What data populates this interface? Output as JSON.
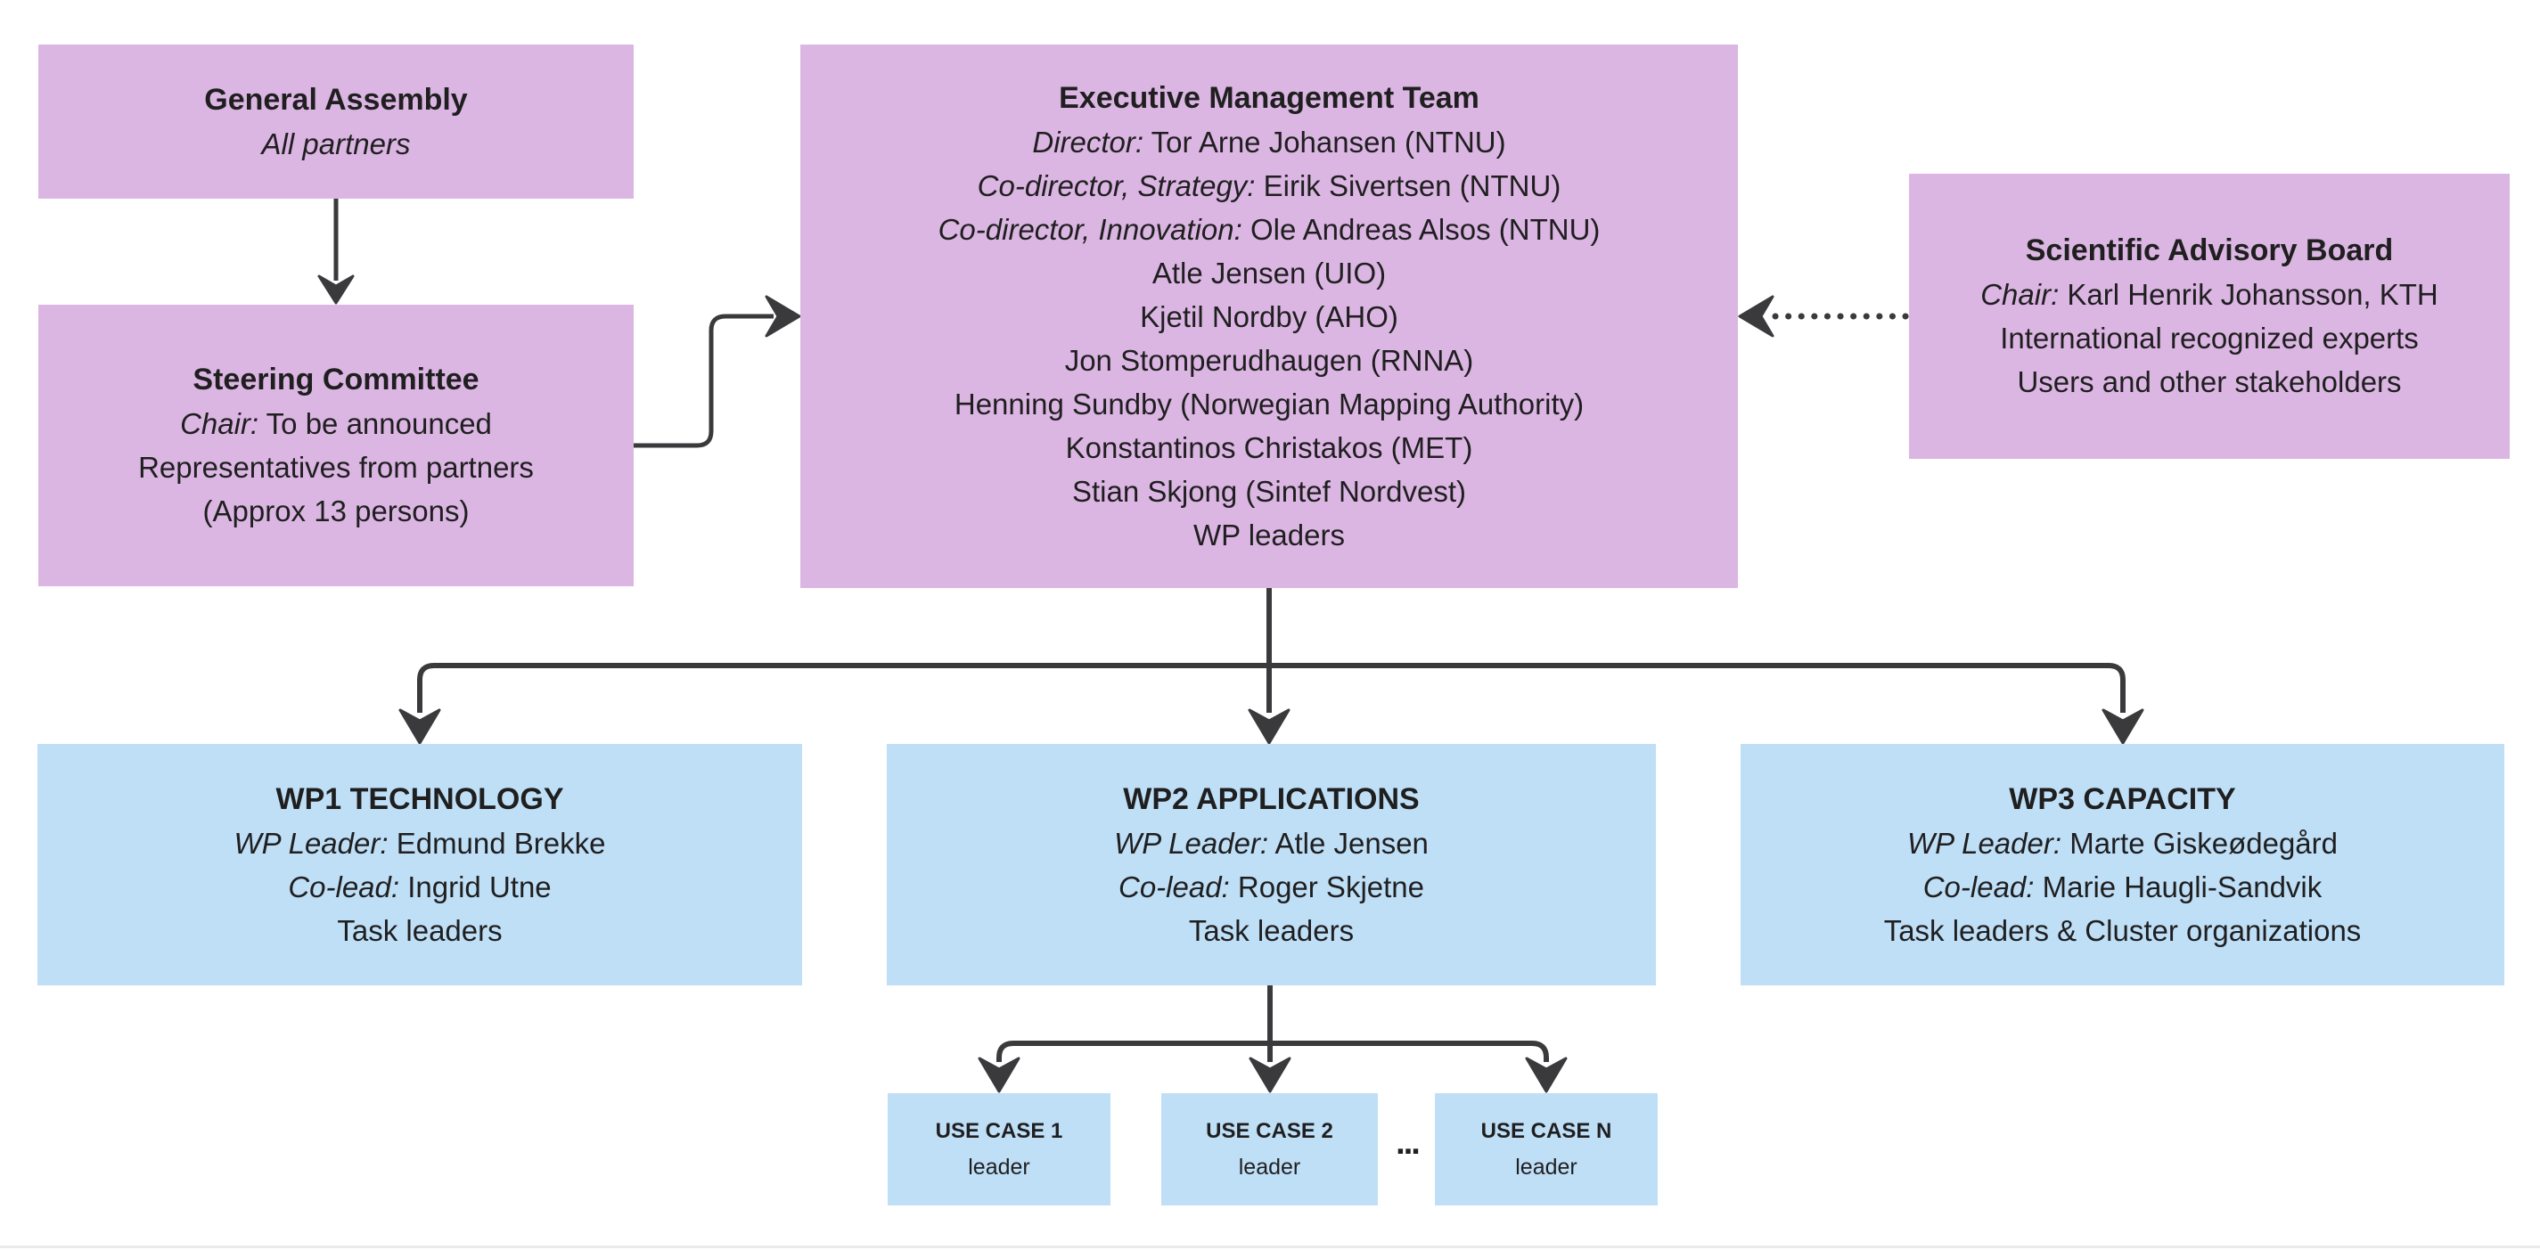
{
  "colors": {
    "box_purple": "#dcb6e3",
    "box_blue": "#bfdff7",
    "connector": "#3a3a3d",
    "text": "#1f1f20"
  },
  "general_assembly": {
    "title": "General Assembly",
    "subtitle": "All partners"
  },
  "steering_committee": {
    "title": "Steering Committee",
    "chair_label": "Chair:",
    "chair_value": " To be announced",
    "line2": "Representatives from partners",
    "line3": "(Approx 13 persons)"
  },
  "executive_management_team": {
    "title": "Executive Management Team",
    "members": [
      {
        "label": "Director:",
        "value": " Tor Arne Johansen (NTNU)"
      },
      {
        "label": "Co-director, Strategy:",
        "value": " Eirik Sivertsen (NTNU)"
      },
      {
        "label": "Co-director, Innovation:",
        "value": " Ole Andreas Alsos (NTNU)"
      },
      {
        "label": "",
        "value": "Atle Jensen (UIO)"
      },
      {
        "label": "",
        "value": "Kjetil Nordby (AHO)"
      },
      {
        "label": "",
        "value": "Jon Stomperudhaugen (RNNA)"
      },
      {
        "label": "",
        "value": "Henning Sundby (Norwegian Mapping Authority)"
      },
      {
        "label": "",
        "value": "Konstantinos Christakos (MET)"
      },
      {
        "label": "",
        "value": "Stian Skjong (Sintef Nordvest)"
      },
      {
        "label": "",
        "value": "WP leaders"
      }
    ]
  },
  "scientific_advisory_board": {
    "title": "Scientific Advisory Board",
    "chair_label": "Chair:",
    "chair_value": " Karl Henrik Johansson, KTH",
    "line2": "International recognized experts",
    "line3": "Users and other stakeholders"
  },
  "wp1": {
    "title": "WP1 TECHNOLOGY",
    "leader_label": "WP Leader:",
    "leader_value": " Edmund Brekke",
    "colead_label": "Co-lead:",
    "colead_value": " Ingrid Utne",
    "line3": "Task leaders"
  },
  "wp2": {
    "title": "WP2 APPLICATIONS",
    "leader_label": "WP Leader:",
    "leader_value": " Atle Jensen",
    "colead_label": "Co-lead:",
    "colead_value": " Roger Skjetne",
    "line3": "Task leaders"
  },
  "wp3": {
    "title": "WP3 CAPACITY",
    "leader_label": "WP Leader:",
    "leader_value": " Marte Giskeødegård",
    "colead_label": "Co-lead:",
    "colead_value": " Marie Haugli-Sandvik",
    "line3": "Task leaders & Cluster organizations"
  },
  "use_cases": [
    {
      "title": "USE CASE 1",
      "subtitle": "leader"
    },
    {
      "title": "USE CASE 2",
      "subtitle": "leader"
    },
    {
      "title": "USE CASE N",
      "subtitle": "leader"
    }
  ],
  "use_cases_ellipsis": "..."
}
